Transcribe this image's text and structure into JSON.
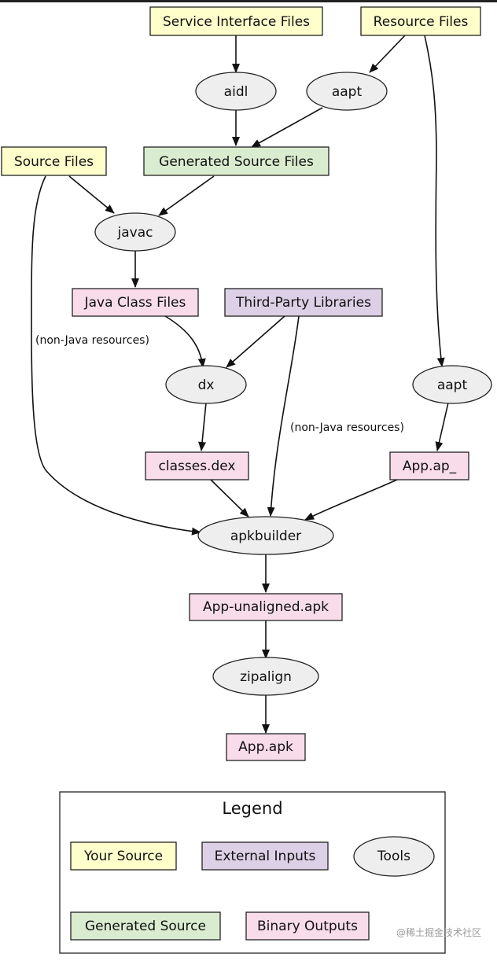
{
  "colors": {
    "your_source": "#ffffcc",
    "generated_source": "#d9ecd0",
    "external_inputs": "#dcd0e6",
    "binary_outputs": "#f8dcea",
    "tools": "#eeeeee",
    "stroke": "#222222"
  },
  "nodes": {
    "service_interface_files": "Service Interface Files",
    "resource_files": "Resource Files",
    "aidl": "aidl",
    "aapt_top": "aapt",
    "source_files": "Source Files",
    "generated_source_files": "Generated Source Files",
    "javac": "javac",
    "java_class_files": "Java Class Files",
    "third_party_libraries": "Third-Party Libraries",
    "dx": "dx",
    "aapt_right": "aapt",
    "classes_dex": "classes.dex",
    "app_ap": "App.ap_",
    "apkbuilder": "apkbuilder",
    "app_unaligned_apk": "App-unaligned.apk",
    "zipalign": "zipalign",
    "app_apk": "App.apk"
  },
  "edge_labels": {
    "source_to_apkbuilder": "(non-Java resources)",
    "thirdparty_to_apkbuilder": "(non-Java resources)"
  },
  "legend": {
    "title": "Legend",
    "your_source": "Your Source",
    "external_inputs": "External Inputs",
    "tools": "Tools",
    "generated_source": "Generated Source",
    "binary_outputs": "Binary Outputs"
  },
  "watermark": "@稀土掘金技术社区"
}
